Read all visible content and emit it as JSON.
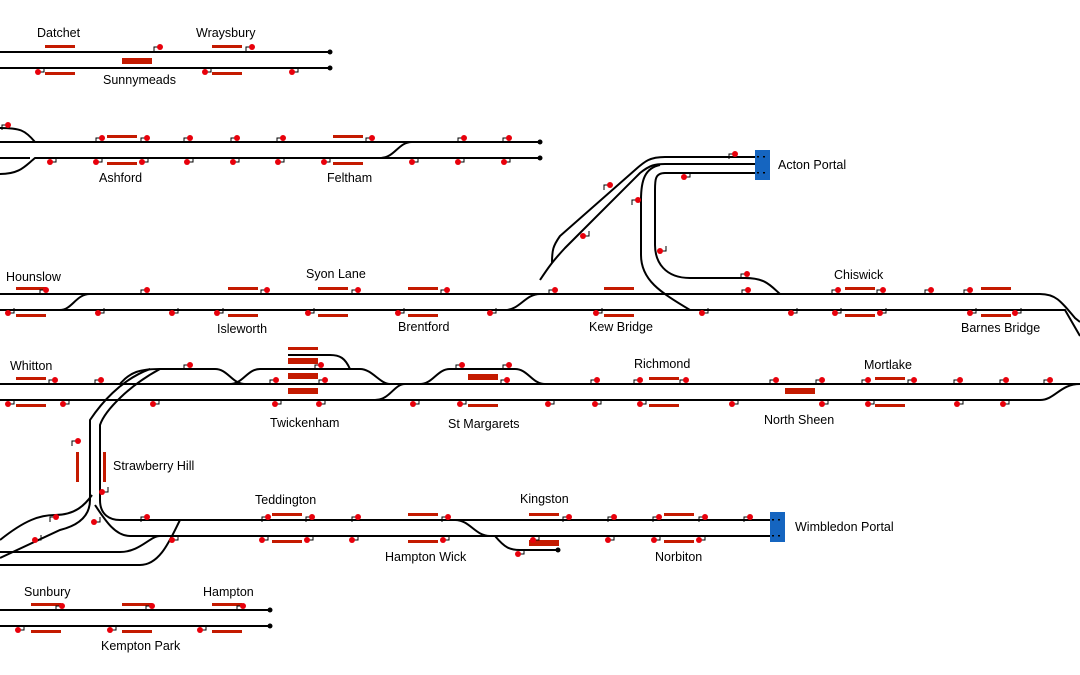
{
  "stations": {
    "datchet": "Datchet",
    "wraysbury": "Wraysbury",
    "sunnymeads": "Sunnymeads",
    "ashford": "Ashford",
    "feltham": "Feltham",
    "acton_portal": "Acton Portal",
    "hounslow": "Hounslow",
    "syon_lane": "Syon Lane",
    "chiswick": "Chiswick",
    "isleworth": "Isleworth",
    "brentford": "Brentford",
    "kew_bridge": "Kew Bridge",
    "barnes_bridge": "Barnes Bridge",
    "whitton": "Whitton",
    "richmond": "Richmond",
    "mortlake": "Mortlake",
    "twickenham": "Twickenham",
    "st_margarets": "St Margarets",
    "north_sheen": "North Sheen",
    "strawberry_hill": "Strawberry Hill",
    "teddington": "Teddington",
    "kingston": "Kingston",
    "wimbledon_portal": "Wimbledon Portal",
    "hampton_wick": "Hampton Wick",
    "norbiton": "Norbiton",
    "sunbury": "Sunbury",
    "hampton": "Hampton",
    "kempton_park": "Kempton Park"
  },
  "colors": {
    "track": "#000000",
    "platform": "#c41a00",
    "signal": "#e8000b",
    "portal": "#1565c0",
    "background": "#ffffff"
  }
}
